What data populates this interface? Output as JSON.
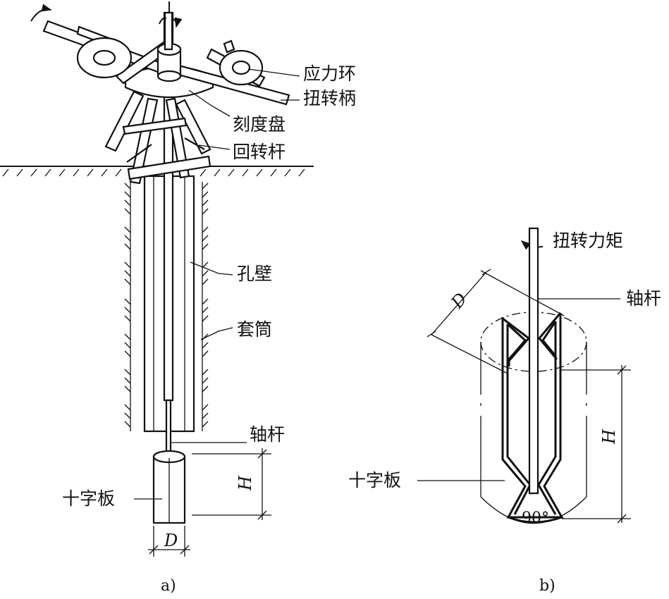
{
  "figure_a": {
    "labels": {
      "stress_ring": "应力环",
      "torsion_handle": "扭转柄",
      "dial": "刻度盘",
      "rotary_rod": "回转杆",
      "hole_wall": "孔壁",
      "casing": "套筒",
      "shaft": "轴杆",
      "vane": "十字板",
      "height": "H",
      "diameter": "D"
    },
    "caption": "a)"
  },
  "figure_b": {
    "labels": {
      "torque": "扭转力矩",
      "shaft": "轴杆",
      "vane": "十字板",
      "height": "H",
      "diameter": "D",
      "angle": "90°"
    },
    "caption": "b)"
  }
}
